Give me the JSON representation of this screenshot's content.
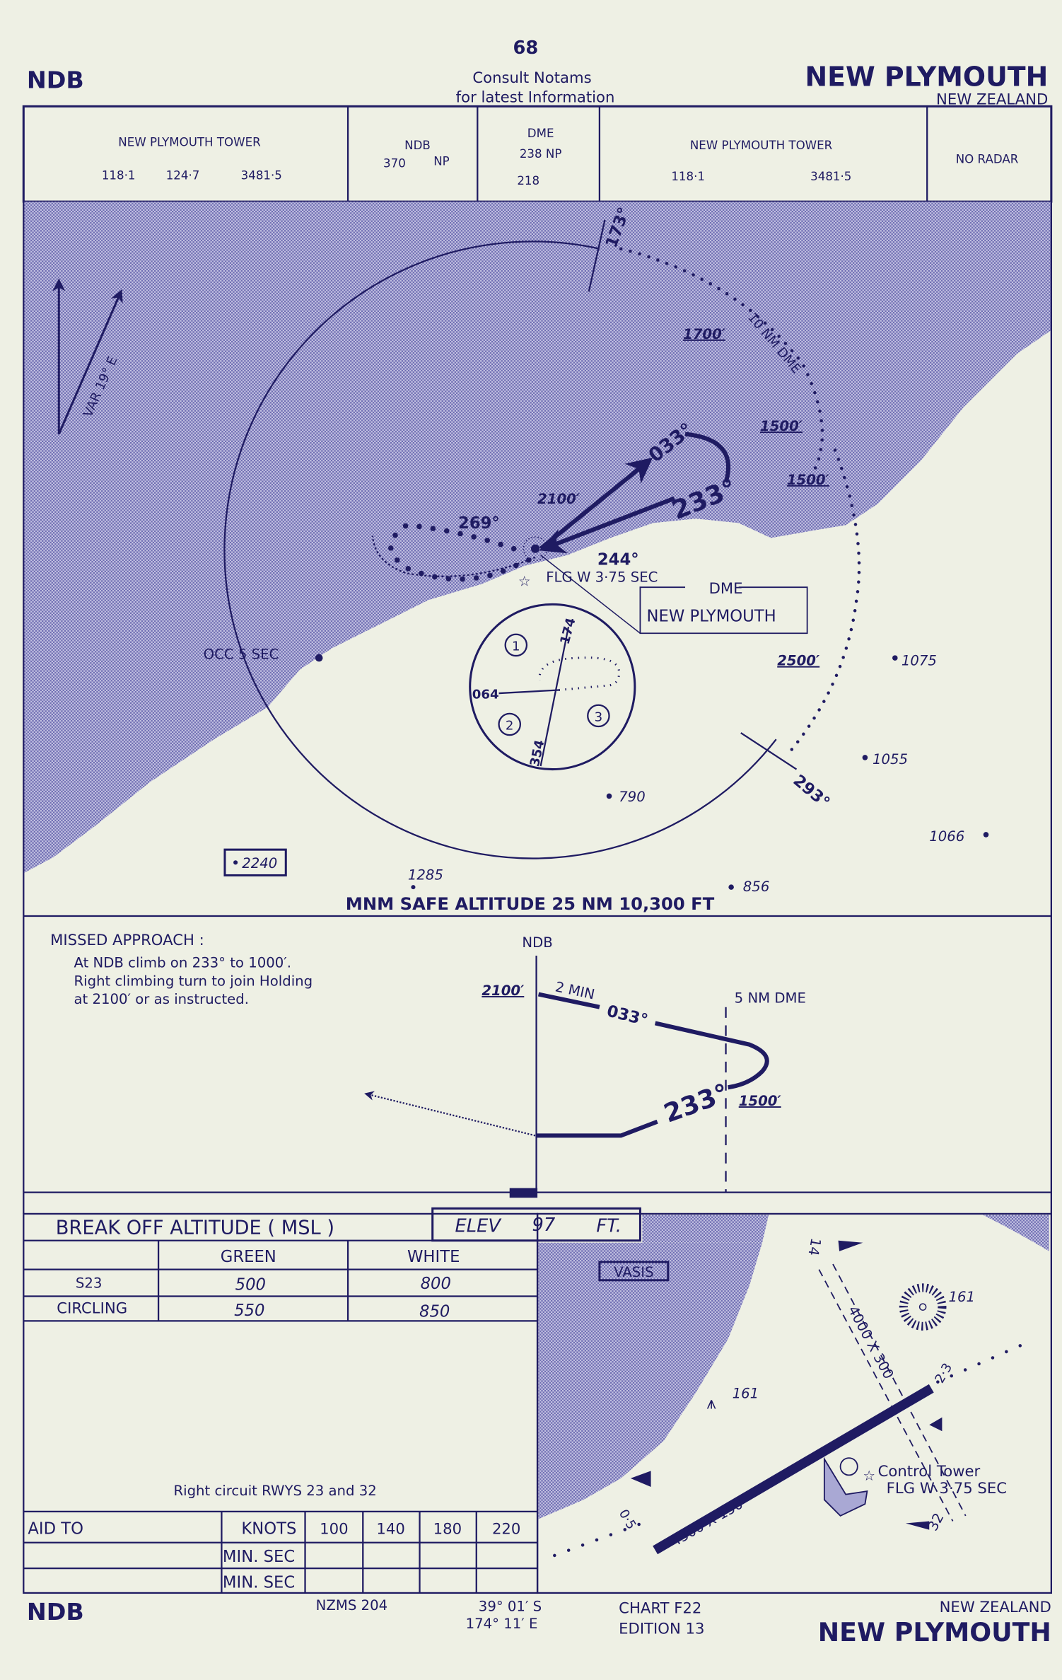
{
  "header": {
    "left_title": "NDB",
    "page_number": "68",
    "notice_line1": "Consult   Notams",
    "notice_line2": "for latest Information",
    "airport": "NEW PLYMOUTH",
    "country": "NEW ZEALAND"
  },
  "comms": [
    {
      "title": "NEW PLYMOUTH TOWER",
      "values": [
        "118·1",
        "124·7",
        "3481·5"
      ]
    },
    {
      "title": "NDB",
      "values": [
        "370",
        "NP"
      ]
    },
    {
      "title": "DME",
      "values": [
        "238  NP",
        "218"
      ]
    },
    {
      "title": "NEW PLYMOUTH TOWER",
      "values": [
        "118·1",
        "3481·5"
      ]
    },
    {
      "title": "NO   RADAR"
    }
  ],
  "plan": {
    "variation": "VAR 19° E",
    "dme_arc": "10 NM DME",
    "courses": [
      "173°",
      "033°",
      "233°",
      "269°",
      "244°",
      "293°"
    ],
    "altitudes": [
      "1700′",
      "1500′",
      "1500′",
      "2100′",
      "2500′"
    ],
    "beacon_light": "FLG  W  3·75  SEC",
    "dme_box_title": "DME",
    "dme_box_name": "NEW PLYMOUTH",
    "lighthouse": "OCC  5  SEC",
    "spot_heights": [
      "1075",
      "1055",
      "790",
      "1066",
      "2240",
      "1285",
      "856"
    ],
    "sector_inset": {
      "sectors": [
        "1",
        "2",
        "3"
      ],
      "bearings": [
        "174",
        "064",
        "354"
      ]
    },
    "msa": "MNM SAFE ALTITUDE 25 NM 10,300 FT"
  },
  "missed_approach": {
    "title": "MISSED APPROACH :",
    "line1": "At  NDB  climb  on  233°  to  1000′.",
    "line2": "Right  climbing  turn  to  join  Holding",
    "line3": "at  2100′   or  as  instructed.",
    "ndb_label": "NDB",
    "alt_2100": "2100′",
    "two_min": "2 MIN",
    "outbound": "033°",
    "inbound": "233°",
    "dme_5": "5 NM DME",
    "alt_1500": "1500′"
  },
  "breakoff": {
    "title": "BREAK  OFF  ALTITUDE  ( MSL )",
    "elevation_label": "ELEV",
    "elevation_value": "97",
    "elevation_unit": "FT.",
    "columns": [
      "GREEN",
      "WHITE"
    ],
    "rows": [
      {
        "label": "S23",
        "green": "500",
        "white": "800"
      },
      {
        "label": "CIRCLING",
        "green": "550",
        "white": "850"
      }
    ],
    "circuit_note": "Right  circuit  RWYS  23  and  32"
  },
  "timing": {
    "aid_label": "AID TO",
    "knots_label": "KNOTS",
    "speeds": [
      "100",
      "140",
      "180",
      "220"
    ],
    "row_labels": [
      "MIN. SEC",
      "MIN. SEC"
    ]
  },
  "aerodrome": {
    "vasis": "VASIS",
    "rwy_14": "14",
    "rwy_32": "32",
    "rwy_14_32_dims": "4000  X  300",
    "rwy_main_dims": "4300  X  150",
    "lights_left": "0·5",
    "lights_right": "2·3",
    "obstacle_1": "161",
    "obstacle_2": "161",
    "tower_label": "Control Tower",
    "tower_light": "FLG  W  3·75  SEC"
  },
  "footer": {
    "left_title": "NDB",
    "map_ref": "NZMS   204",
    "lat": "39°  01′  S",
    "lon": "174°  11′  E",
    "chart": "CHART  F22",
    "edition": "EDITION  13",
    "country": "NEW  ZEALAND",
    "airport": "NEW PLYMOUTH"
  },
  "colors": {
    "ink": "#1f1b62",
    "paper": "#eef0e4",
    "sea": "#a9a8d4"
  }
}
